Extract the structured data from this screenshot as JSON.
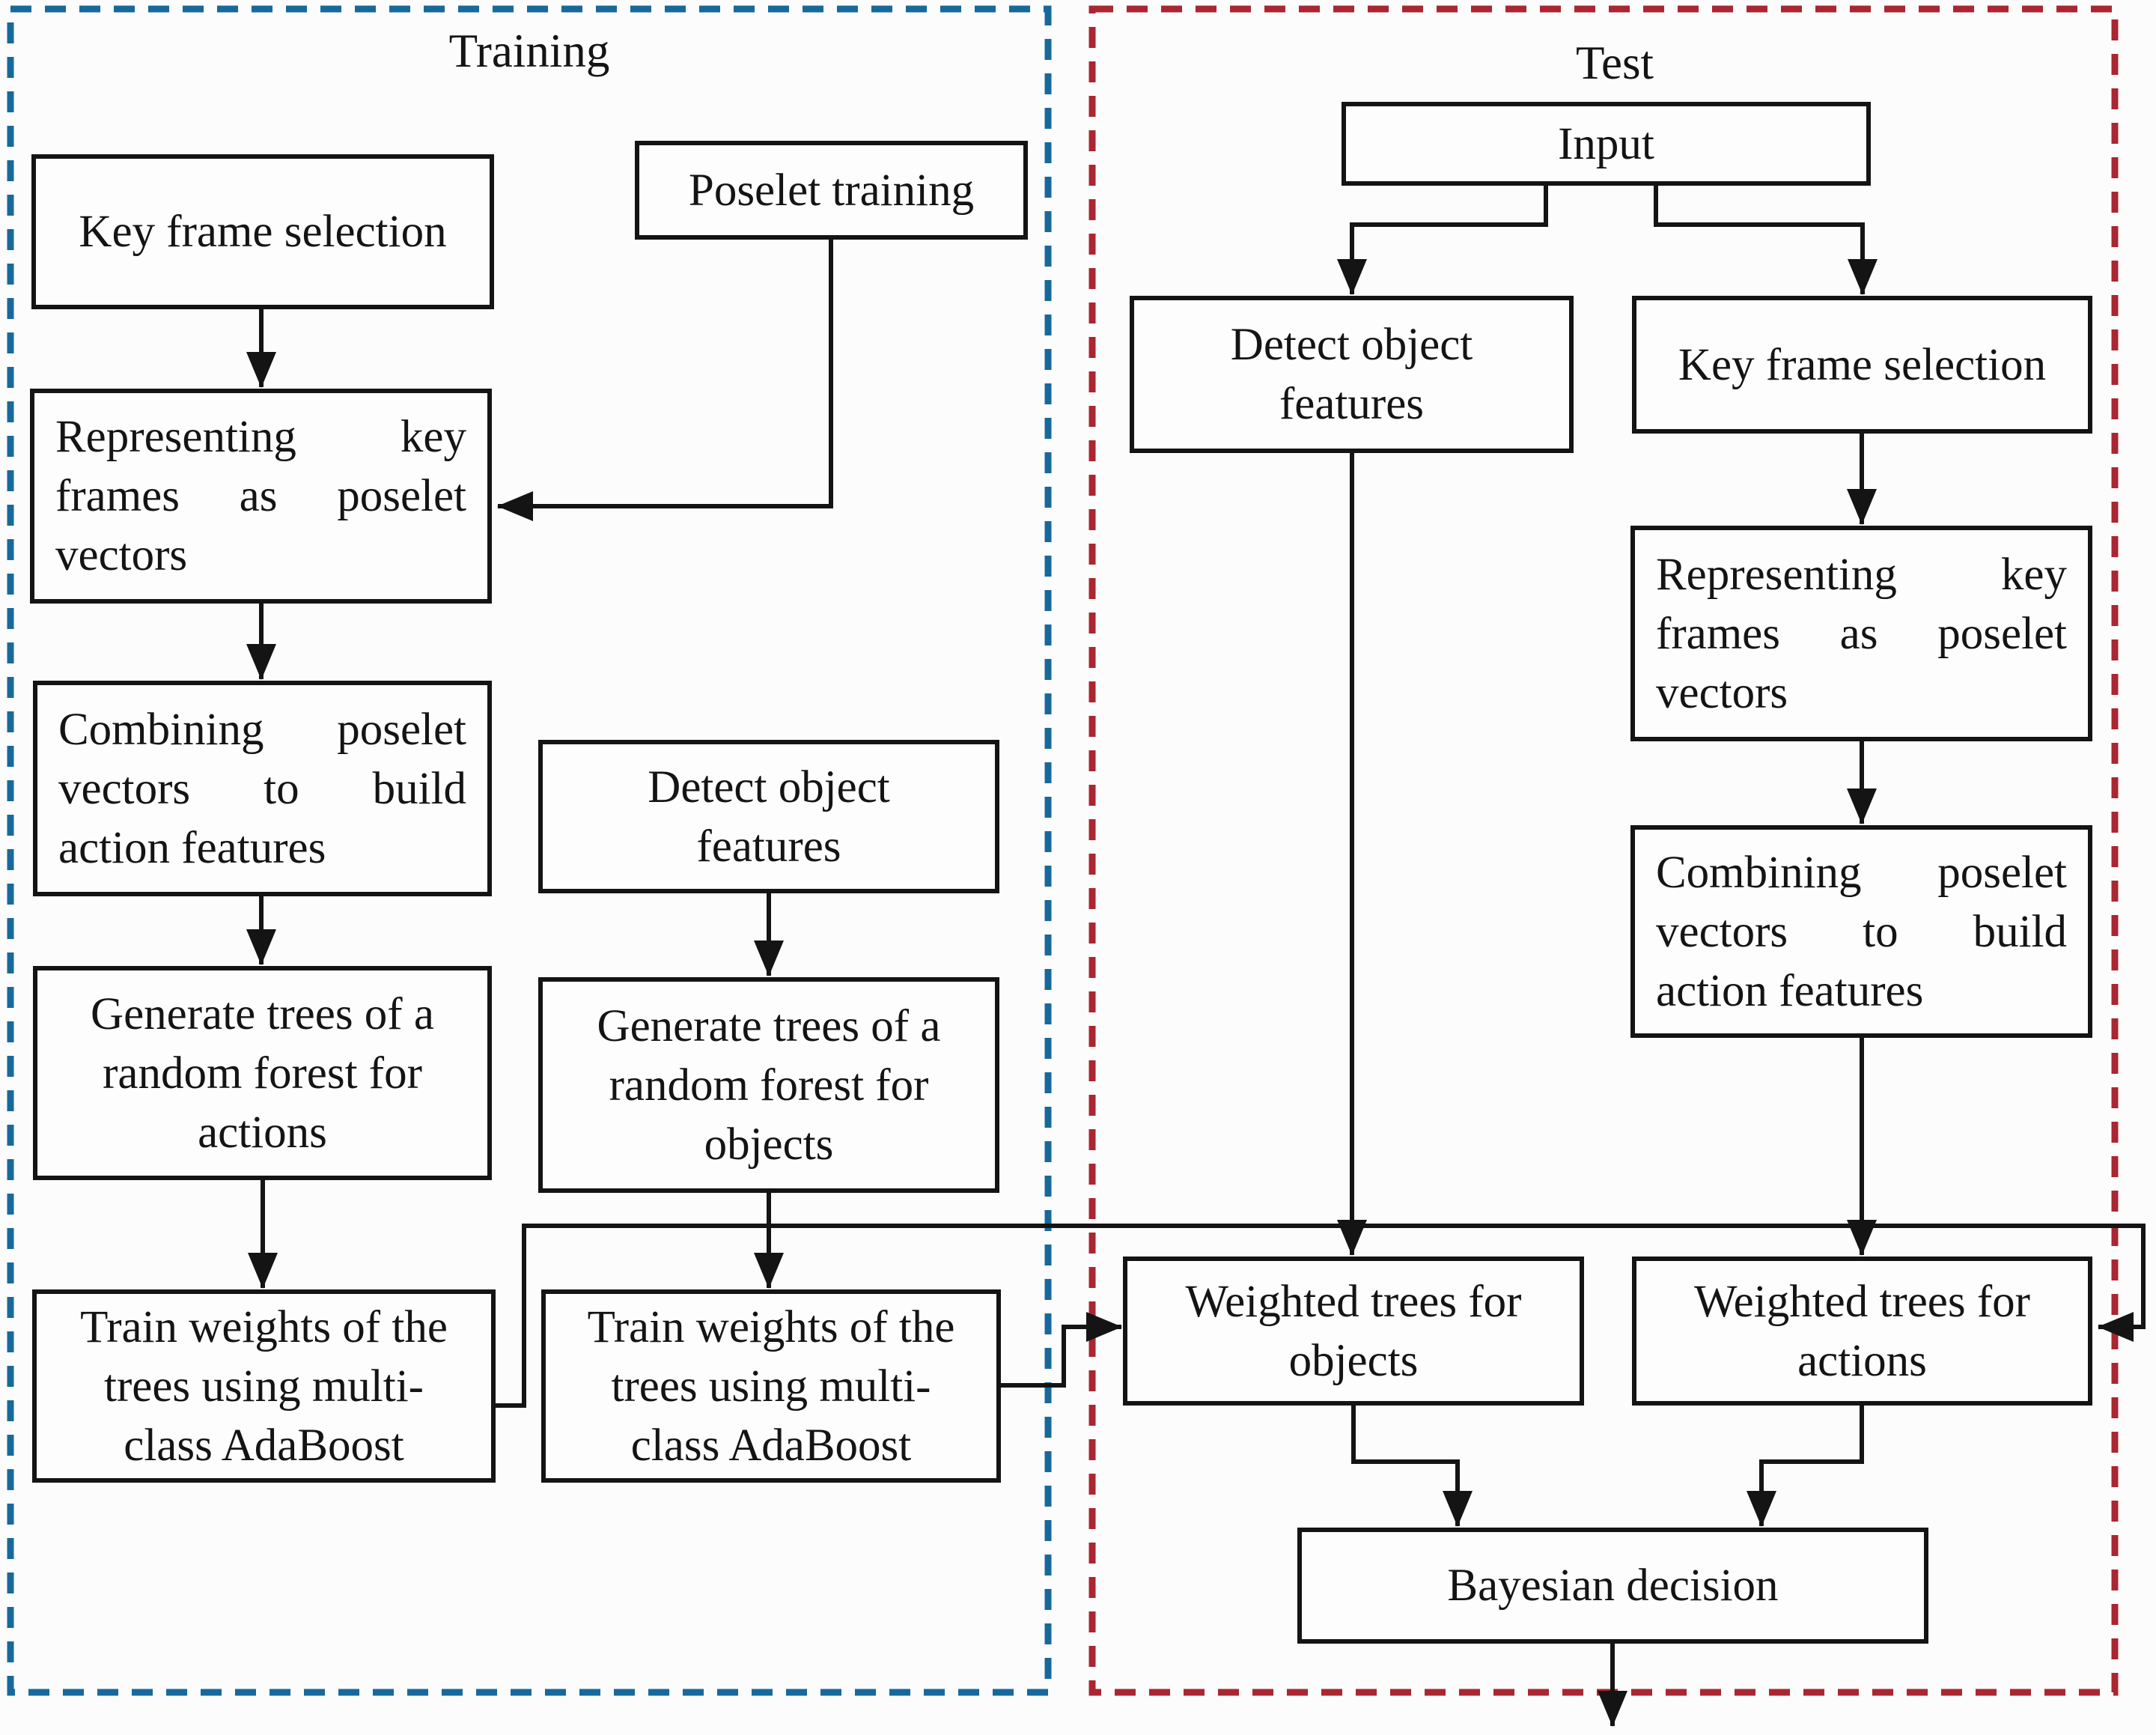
{
  "colors": {
    "training_border": "#17699b",
    "test_border": "#aa2631",
    "line_color": "#141414",
    "box_background": "#fdfdfd",
    "page_background": "#fcfcfc"
  },
  "sections": {
    "training": {
      "label": "Training",
      "boxes": {
        "key_frame_selection": {
          "lines": [
            "Key frame selection"
          ]
        },
        "poselet_training": {
          "lines": [
            "Poselet training"
          ]
        },
        "representing": {
          "lines": [
            "Representing key",
            "frames as poselet",
            "vectors"
          ]
        },
        "combining": {
          "lines": [
            "Combining poselet",
            "vectors to build",
            "action features"
          ]
        },
        "generate_actions": {
          "lines": [
            "Generate trees of a",
            "random forest for",
            "actions"
          ]
        },
        "detect_object": {
          "lines": [
            "Detect object",
            "features"
          ]
        },
        "generate_objects": {
          "lines": [
            "Generate trees of a",
            "random forest for",
            "objects"
          ]
        },
        "train_weights_actions": {
          "lines": [
            "Train weights of the",
            "trees using multi-",
            "class AdaBoost"
          ]
        },
        "train_weights_objects": {
          "lines": [
            "Train weights of the",
            "trees using multi-",
            "class AdaBoost"
          ]
        }
      }
    },
    "test": {
      "label": "Test",
      "boxes": {
        "input": {
          "lines": [
            "Input"
          ]
        },
        "detect_object": {
          "lines": [
            "Detect object",
            "features"
          ]
        },
        "key_frame_selection": {
          "lines": [
            "Key frame selection"
          ]
        },
        "representing": {
          "lines": [
            "Representing key",
            "frames as poselet",
            "vectors"
          ]
        },
        "combining": {
          "lines": [
            "Combining poselet",
            "vectors to build",
            "action features"
          ]
        },
        "weighted_objects": {
          "lines": [
            "Weighted trees for",
            "objects"
          ]
        },
        "weighted_actions": {
          "lines": [
            "Weighted trees for",
            "actions"
          ]
        },
        "bayesian": {
          "lines": [
            "Bayesian decision"
          ]
        }
      }
    }
  }
}
